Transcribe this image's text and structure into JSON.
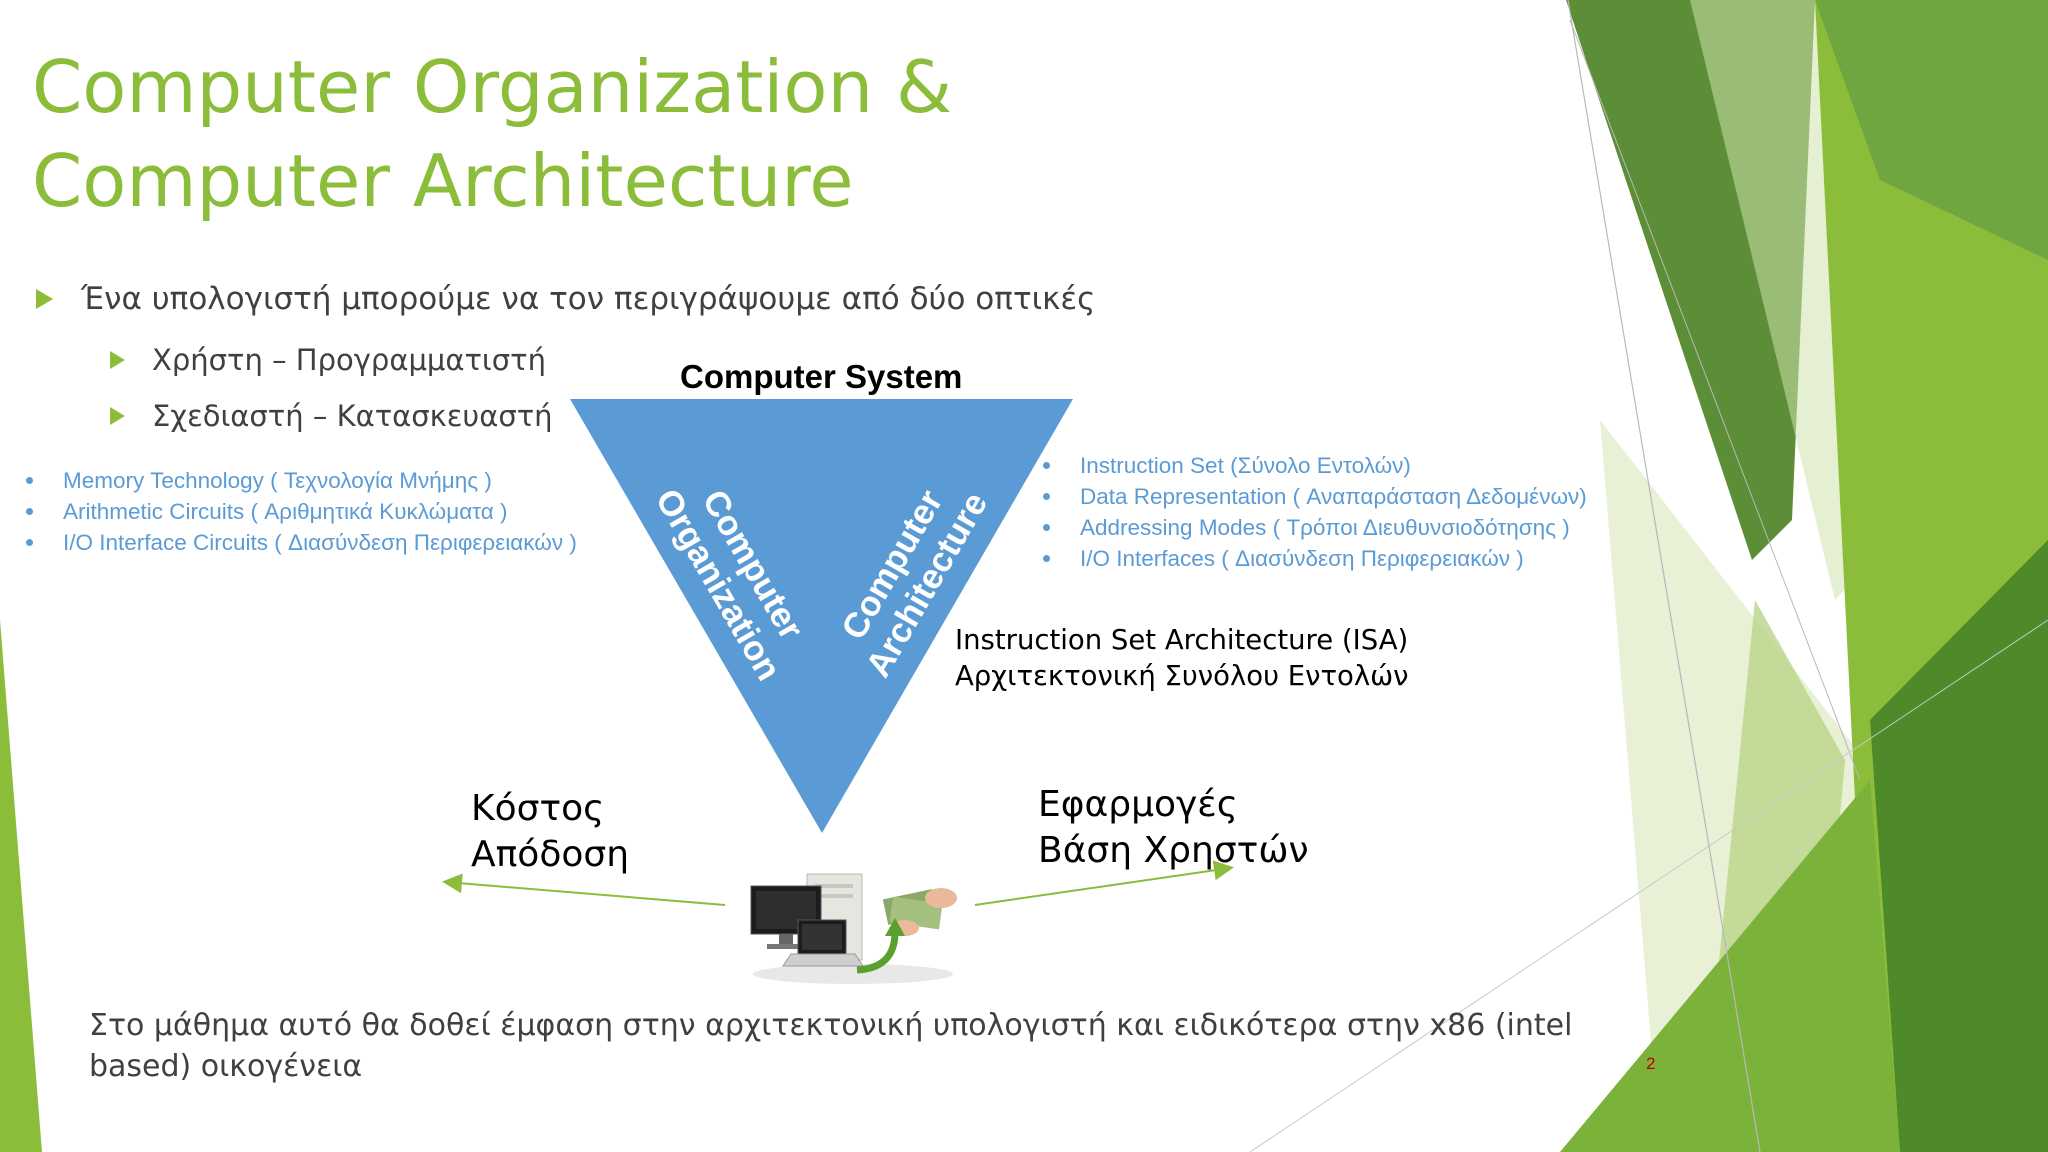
{
  "title": {
    "line1": "Computer Organization &",
    "line2": "Computer Architecture"
  },
  "bullets": {
    "main": "Ένα υπολογιστή μπορούμε να τον περιγράψουμε από δύο οπτικές",
    "sub1": "Χρήστη – Προγραμματιστή",
    "sub2": "Σχεδιαστή – Κατασκευαστή"
  },
  "diagram": {
    "system_title": "Computer System",
    "left_label_line1": "Computer",
    "left_label_line2": "Organization",
    "right_label_line1": "Computer",
    "right_label_line2": "Architecture",
    "triangle_color": "#5b9bd5",
    "left_items": [
      "Memory Technology ( Τεχνολογία Μνήμης )",
      "Arithmetic Circuits ( Αριθμητικά Κυκλώματα )",
      "I/O Interface Circuits ( Διασύνδεση Περιφερειακών )"
    ],
    "right_items": [
      "Instruction Set (Σύνολο Εντολών)",
      "Data Representation ( Αναπαράσταση Δεδομένων)",
      "Addressing Modes ( Τρόποι Διευθυνσιοδότησης )",
      "I/O Interfaces ( Διασύνδεση Περιφερειακών )"
    ],
    "isa_line1": "Instruction Set Architecture (ISA)",
    "isa_line2": "Αρχιτεκτονική Συνόλου Εντολών",
    "left_arrow_line1": "Κόστος",
    "left_arrow_line2": "Απόδοση",
    "right_arrow_line1": "Εφαρμογές",
    "right_arrow_line2": "Βάση Χρηστών",
    "image_icon": "computers-and-money-icon"
  },
  "footer": {
    "line1": "Στο μάθημα αυτό θα δοθεί έμφαση στην αρχιτεκτονική υπολογιστή και ειδικότερα στην x86 (intel",
    "line2": "based) οικογένεια"
  },
  "page_number": "2",
  "colors": {
    "accent_green": "#8bbd3a",
    "list_blue": "#5b9bd5",
    "page_number_red": "#c00000"
  }
}
